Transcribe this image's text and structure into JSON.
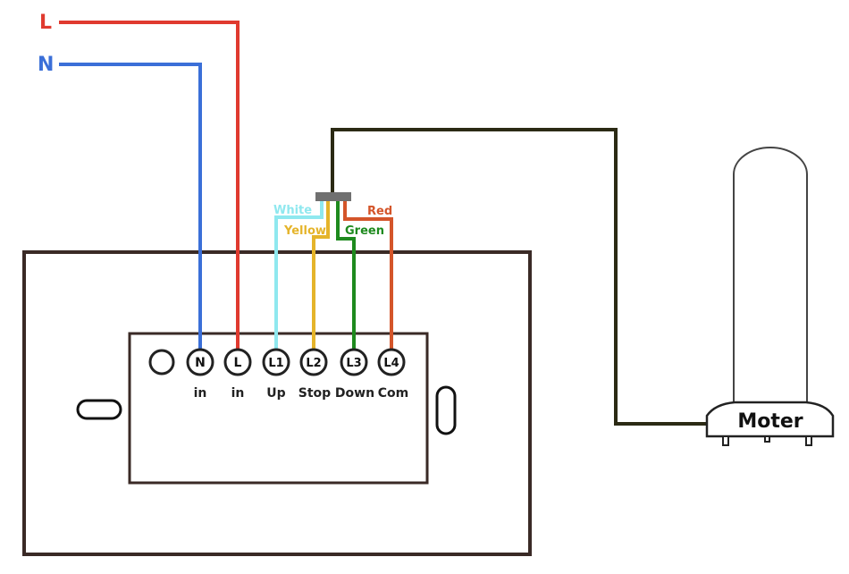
{
  "supply": {
    "live_label": "L",
    "neutral_label": "N",
    "live_color": "#e03a2f",
    "neutral_color": "#3b6fd8"
  },
  "wires": {
    "white": "White",
    "yellow": "Yellow",
    "green": "Green",
    "red": "Red",
    "white_color": "#8fe8ef",
    "yellow_color": "#e5b42a",
    "green_color": "#1e8a1e",
    "red_color": "#d4552a"
  },
  "terminals": [
    {
      "symbol": "",
      "caption": ""
    },
    {
      "symbol": "N",
      "caption": "in"
    },
    {
      "symbol": "L",
      "caption": "in"
    },
    {
      "symbol": "L1",
      "caption": "Up"
    },
    {
      "symbol": "L2",
      "caption": "Stop"
    },
    {
      "symbol": "L3",
      "caption": "Down"
    },
    {
      "symbol": "L4",
      "caption": "Com"
    }
  ],
  "motor": {
    "label": "Moter"
  },
  "colors": {
    "panel_outline": "#3a2a26",
    "cable": "#2b2a14"
  }
}
